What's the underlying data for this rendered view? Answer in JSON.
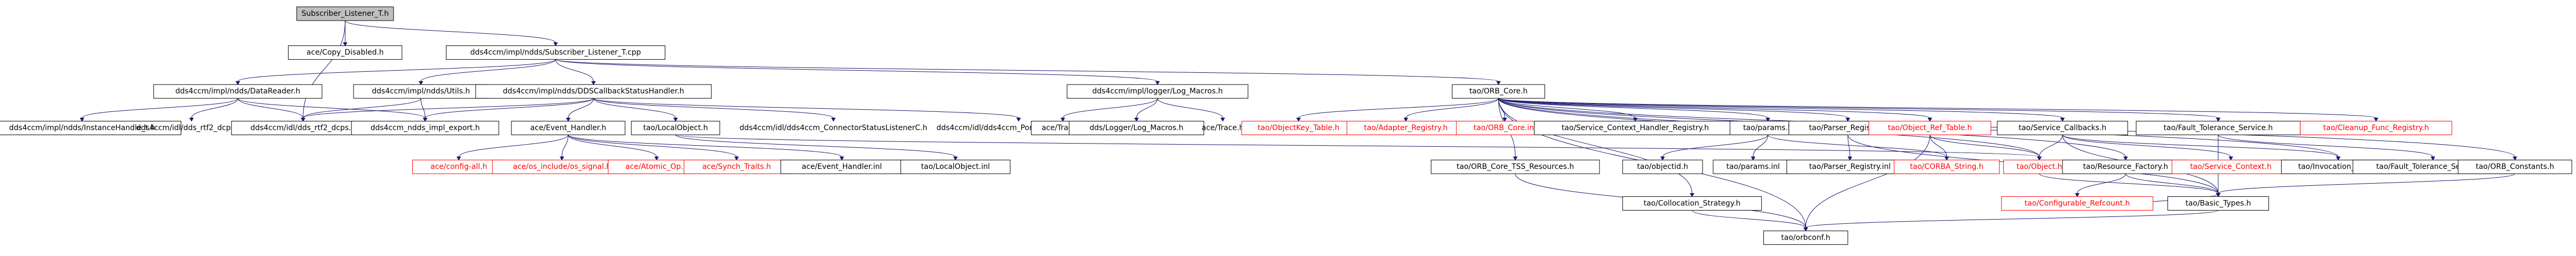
{
  "colors": {
    "edge": "#191970",
    "root_fill": "#bfbfbf",
    "node_fill": "#ffffff",
    "node_border": "#000000",
    "node_text": "#000000",
    "missing_border": "#ff0000",
    "missing_text": "#ff0000"
  },
  "nodes": [
    {
      "id": "root",
      "label": "Subscriber_Listener_T.h",
      "kind": "root"
    },
    {
      "id": "tcpp",
      "label": "dds4ccm/impl/ndds/Subscriber_Listener_T.cpp",
      "kind": "normal"
    },
    {
      "id": "copy",
      "label": "ace/Copy_Disabled.h",
      "kind": "normal"
    },
    {
      "id": "dr",
      "label": "dds4ccm/impl/ndds/DataReader.h",
      "kind": "normal"
    },
    {
      "id": "utils",
      "label": "dds4ccm/impl/ndds/Utils.h",
      "kind": "normal"
    },
    {
      "id": "dcsh",
      "label": "dds4ccm/impl/ndds/DDSCallbackStatusHandler.h",
      "kind": "normal"
    },
    {
      "id": "logm",
      "label": "dds4ccm/impl/logger/Log_Macros.h",
      "kind": "normal"
    },
    {
      "id": "orbcore",
      "label": "tao/ORB_Core.h",
      "kind": "normal"
    },
    {
      "id": "ihandle",
      "label": "dds4ccm/impl/ndds/InstanceHandle_t.h",
      "kind": "normal"
    },
    {
      "id": "rtic",
      "label": "dds4ccm/idl/dds_rtf2_dcpsC.h",
      "kind": "plain"
    },
    {
      "id": "rti",
      "label": "dds4ccm/idl/dds_rtf2_dcps.h",
      "kind": "normal"
    },
    {
      "id": "export",
      "label": "dds4ccm_ndds_impl_export.h",
      "kind": "normal"
    },
    {
      "id": "ehh",
      "label": "ace/Event_Handler.h",
      "kind": "normal"
    },
    {
      "id": "lobj",
      "label": "tao/LocalObject.h",
      "kind": "normal"
    },
    {
      "id": "connstat",
      "label": "dds4ccm/idl/dds4ccm_ConnectorStatusListenerC.h",
      "kind": "plain"
    },
    {
      "id": "portstat",
      "label": "dds4ccm/idl/dds4ccm_PortStatusListenerC.h",
      "kind": "plain"
    },
    {
      "id": "trace",
      "label": "ace/Trace.h",
      "kind": "normal"
    },
    {
      "id": "loglm",
      "label": "dds/Logger/Log_Macros.h",
      "kind": "normal"
    },
    {
      "id": "acetrace",
      "label": "ace/Trace.h",
      "kind": "plain"
    },
    {
      "id": "okt",
      "label": "tao/ObjectKey_Table.h",
      "kind": "missing"
    },
    {
      "id": "adreg",
      "label": "tao/Adapter_Registry.h",
      "kind": "missing"
    },
    {
      "id": "orbcoreinl",
      "label": "tao/ORB_Core.inl",
      "kind": "missing"
    },
    {
      "id": "screg",
      "label": "tao/Service_Context_Handler_Registry.h",
      "kind": "normal"
    },
    {
      "id": "params",
      "label": "tao/params.h",
      "kind": "normal"
    },
    {
      "id": "preg",
      "label": "tao/Parser_Registry.h",
      "kind": "normal"
    },
    {
      "id": "oref",
      "label": "tao/Object_Ref_Table.h",
      "kind": "missing"
    },
    {
      "id": "svccb",
      "label": "tao/Service_Callbacks.h",
      "kind": "normal"
    },
    {
      "id": "fts",
      "label": "tao/Fault_Tolerance_Service.h",
      "kind": "normal"
    },
    {
      "id": "cleanup",
      "label": "tao/Cleanup_Func_Registry.h",
      "kind": "missing"
    },
    {
      "id": "configall",
      "label": "ace/config-all.h",
      "kind": "missing"
    },
    {
      "id": "osig",
      "label": "ace/os_include/os_signal.h",
      "kind": "missing"
    },
    {
      "id": "atomic",
      "label": "ace/Atomic_Op.h",
      "kind": "missing"
    },
    {
      "id": "synch",
      "label": "ace/Synch_Traits.h",
      "kind": "missing"
    },
    {
      "id": "ehinl",
      "label": "ace/Event_Handler.inl",
      "kind": "normal"
    },
    {
      "id": "lobjinl",
      "label": "tao/LocalObject.inl",
      "kind": "normal"
    },
    {
      "id": "tss",
      "label": "tao/ORB_Core_TSS_Resources.h",
      "kind": "normal"
    },
    {
      "id": "objectid",
      "label": "tao/objectid.h",
      "kind": "normal"
    },
    {
      "id": "paramsinl",
      "label": "tao/params.inl",
      "kind": "normal"
    },
    {
      "id": "pireginl",
      "label": "tao/Parser_Registry.inl",
      "kind": "normal"
    },
    {
      "id": "corbastr",
      "label": "tao/CORBA_String.h",
      "kind": "missing"
    },
    {
      "id": "object",
      "label": "tao/Object.h",
      "kind": "missing"
    },
    {
      "id": "resfac",
      "label": "tao/Resource_Factory.h",
      "kind": "normal"
    },
    {
      "id": "svcctx",
      "label": "tao/Service_Context.h",
      "kind": "missing"
    },
    {
      "id": "invutils",
      "label": "tao/Invocation_Utils.h",
      "kind": "normal"
    },
    {
      "id": "ftsinl",
      "label": "tao/Fault_Tolerance_Service.inl",
      "kind": "normal"
    },
    {
      "id": "orbconst",
      "label": "tao/ORB_Constants.h",
      "kind": "normal"
    },
    {
      "id": "colloc",
      "label": "tao/Collocation_Strategy.h",
      "kind": "normal"
    },
    {
      "id": "cfgref",
      "label": "tao/Configurable_Refcount.h",
      "kind": "missing"
    },
    {
      "id": "basic",
      "label": "tao/Basic_Types.h",
      "kind": "normal"
    },
    {
      "id": "orbconf",
      "label": "tao/orbconf.h",
      "kind": "normal"
    }
  ],
  "edges": [
    [
      "root",
      "tcpp"
    ],
    [
      "root",
      "copy"
    ],
    [
      "root",
      "rti"
    ],
    [
      "tcpp",
      "dr"
    ],
    [
      "tcpp",
      "utils"
    ],
    [
      "tcpp",
      "dcsh"
    ],
    [
      "tcpp",
      "logm"
    ],
    [
      "tcpp",
      "orbcore"
    ],
    [
      "dr",
      "ihandle"
    ],
    [
      "dr",
      "rtic"
    ],
    [
      "dr",
      "rti"
    ],
    [
      "dr",
      "export"
    ],
    [
      "utils",
      "rti"
    ],
    [
      "utils",
      "export"
    ],
    [
      "dcsh",
      "rti"
    ],
    [
      "dcsh",
      "export"
    ],
    [
      "dcsh",
      "ehh"
    ],
    [
      "dcsh",
      "lobj"
    ],
    [
      "dcsh",
      "connstat"
    ],
    [
      "dcsh",
      "portstat"
    ],
    [
      "logm",
      "trace"
    ],
    [
      "logm",
      "loglm"
    ],
    [
      "logm",
      "acetrace"
    ],
    [
      "ehh",
      "configall"
    ],
    [
      "ehh",
      "osig"
    ],
    [
      "ehh",
      "atomic"
    ],
    [
      "ehh",
      "synch"
    ],
    [
      "ehh",
      "ehinl"
    ],
    [
      "lobj",
      "lobjinl"
    ],
    [
      "lobj",
      "object"
    ],
    [
      "orbcore",
      "okt"
    ],
    [
      "orbcore",
      "adreg"
    ],
    [
      "orbcore",
      "orbcoreinl"
    ],
    [
      "orbcore",
      "screg"
    ],
    [
      "orbcore",
      "params"
    ],
    [
      "orbcore",
      "preg"
    ],
    [
      "orbcore",
      "oref"
    ],
    [
      "orbcore",
      "svccb"
    ],
    [
      "orbcore",
      "fts"
    ],
    [
      "orbcore",
      "cleanup"
    ],
    [
      "orbcore",
      "tss"
    ],
    [
      "orbcore",
      "object"
    ],
    [
      "orbcore",
      "resfac"
    ],
    [
      "orbcore",
      "orbconst"
    ],
    [
      "orbcore",
      "colloc"
    ],
    [
      "orbcore",
      "invutils"
    ],
    [
      "orbcore",
      "orbconf"
    ],
    [
      "params",
      "objectid"
    ],
    [
      "params",
      "paramsinl"
    ],
    [
      "params",
      "corbastr"
    ],
    [
      "preg",
      "pireginl"
    ],
    [
      "preg",
      "basic"
    ],
    [
      "oref",
      "object"
    ],
    [
      "oref",
      "corbastr"
    ],
    [
      "oref",
      "orbconf"
    ],
    [
      "svccb",
      "object"
    ],
    [
      "svccb",
      "svcctx"
    ],
    [
      "svccb",
      "invutils"
    ],
    [
      "svccb",
      "basic"
    ],
    [
      "fts",
      "ftsinl"
    ],
    [
      "fts",
      "basic"
    ],
    [
      "tss",
      "orbconf"
    ],
    [
      "object",
      "basic"
    ],
    [
      "resfac",
      "cfgref"
    ],
    [
      "resfac",
      "basic"
    ],
    [
      "colloc",
      "orbconf"
    ],
    [
      "cfgref",
      "basic"
    ],
    [
      "basic",
      "orbconf"
    ],
    [
      "orbconst",
      "basic"
    ]
  ]
}
